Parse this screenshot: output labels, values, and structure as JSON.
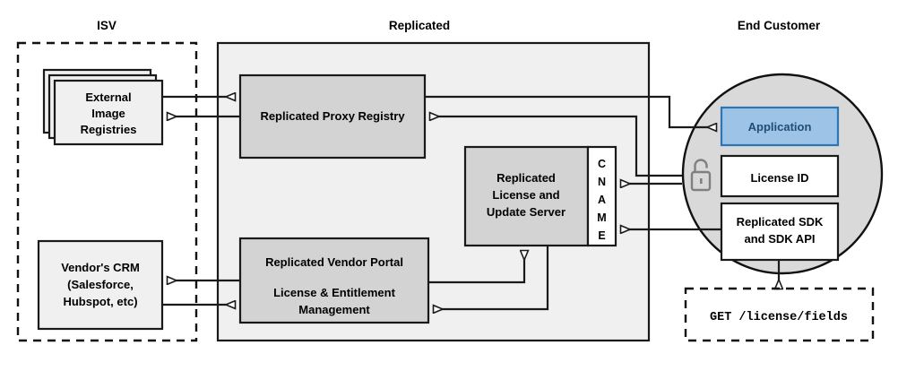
{
  "zones": [
    {
      "id": "isv",
      "title": "ISV"
    },
    {
      "id": "replicated",
      "title": "Replicated"
    },
    {
      "id": "end_customer",
      "title": "End Customer"
    }
  ],
  "nodes": {
    "external_image_registries": {
      "lines": [
        "External",
        "Image",
        "Registries"
      ]
    },
    "vendors_crm": {
      "lines": [
        "Vendor's CRM",
        "(Salesforce,",
        "Hubspot, etc)"
      ]
    },
    "proxy_registry": {
      "lines": [
        "Replicated Proxy Registry"
      ]
    },
    "license_update_server": {
      "lines": [
        "Replicated",
        "License and",
        "Update Server"
      ]
    },
    "cname": {
      "label": "CNAME",
      "letters": [
        "C",
        "N",
        "A",
        "M",
        "E"
      ]
    },
    "vendor_portal": {
      "lines": [
        "Replicated Vendor Portal",
        "License & Entitlement",
        "Management"
      ]
    },
    "application": {
      "lines": [
        "Application"
      ]
    },
    "license_id": {
      "lines": [
        "License ID"
      ]
    },
    "replicated_sdk": {
      "lines": [
        "Replicated SDK",
        "and SDK API"
      ]
    },
    "api_request": {
      "lines": [
        "GET /license/fields"
      ]
    }
  },
  "icons": {
    "padlock": "unlocked-padlock-icon"
  },
  "colors": {
    "panel_fill": "#f0f0f0",
    "node_fill": "#d3d3d3",
    "circle_fill": "#d9d9d9",
    "application_fill": "#9dc3e6",
    "application_stroke": "#2e75b6",
    "application_text": "#1f4e79",
    "line": "#1a1a1a",
    "lock": "#808080"
  }
}
